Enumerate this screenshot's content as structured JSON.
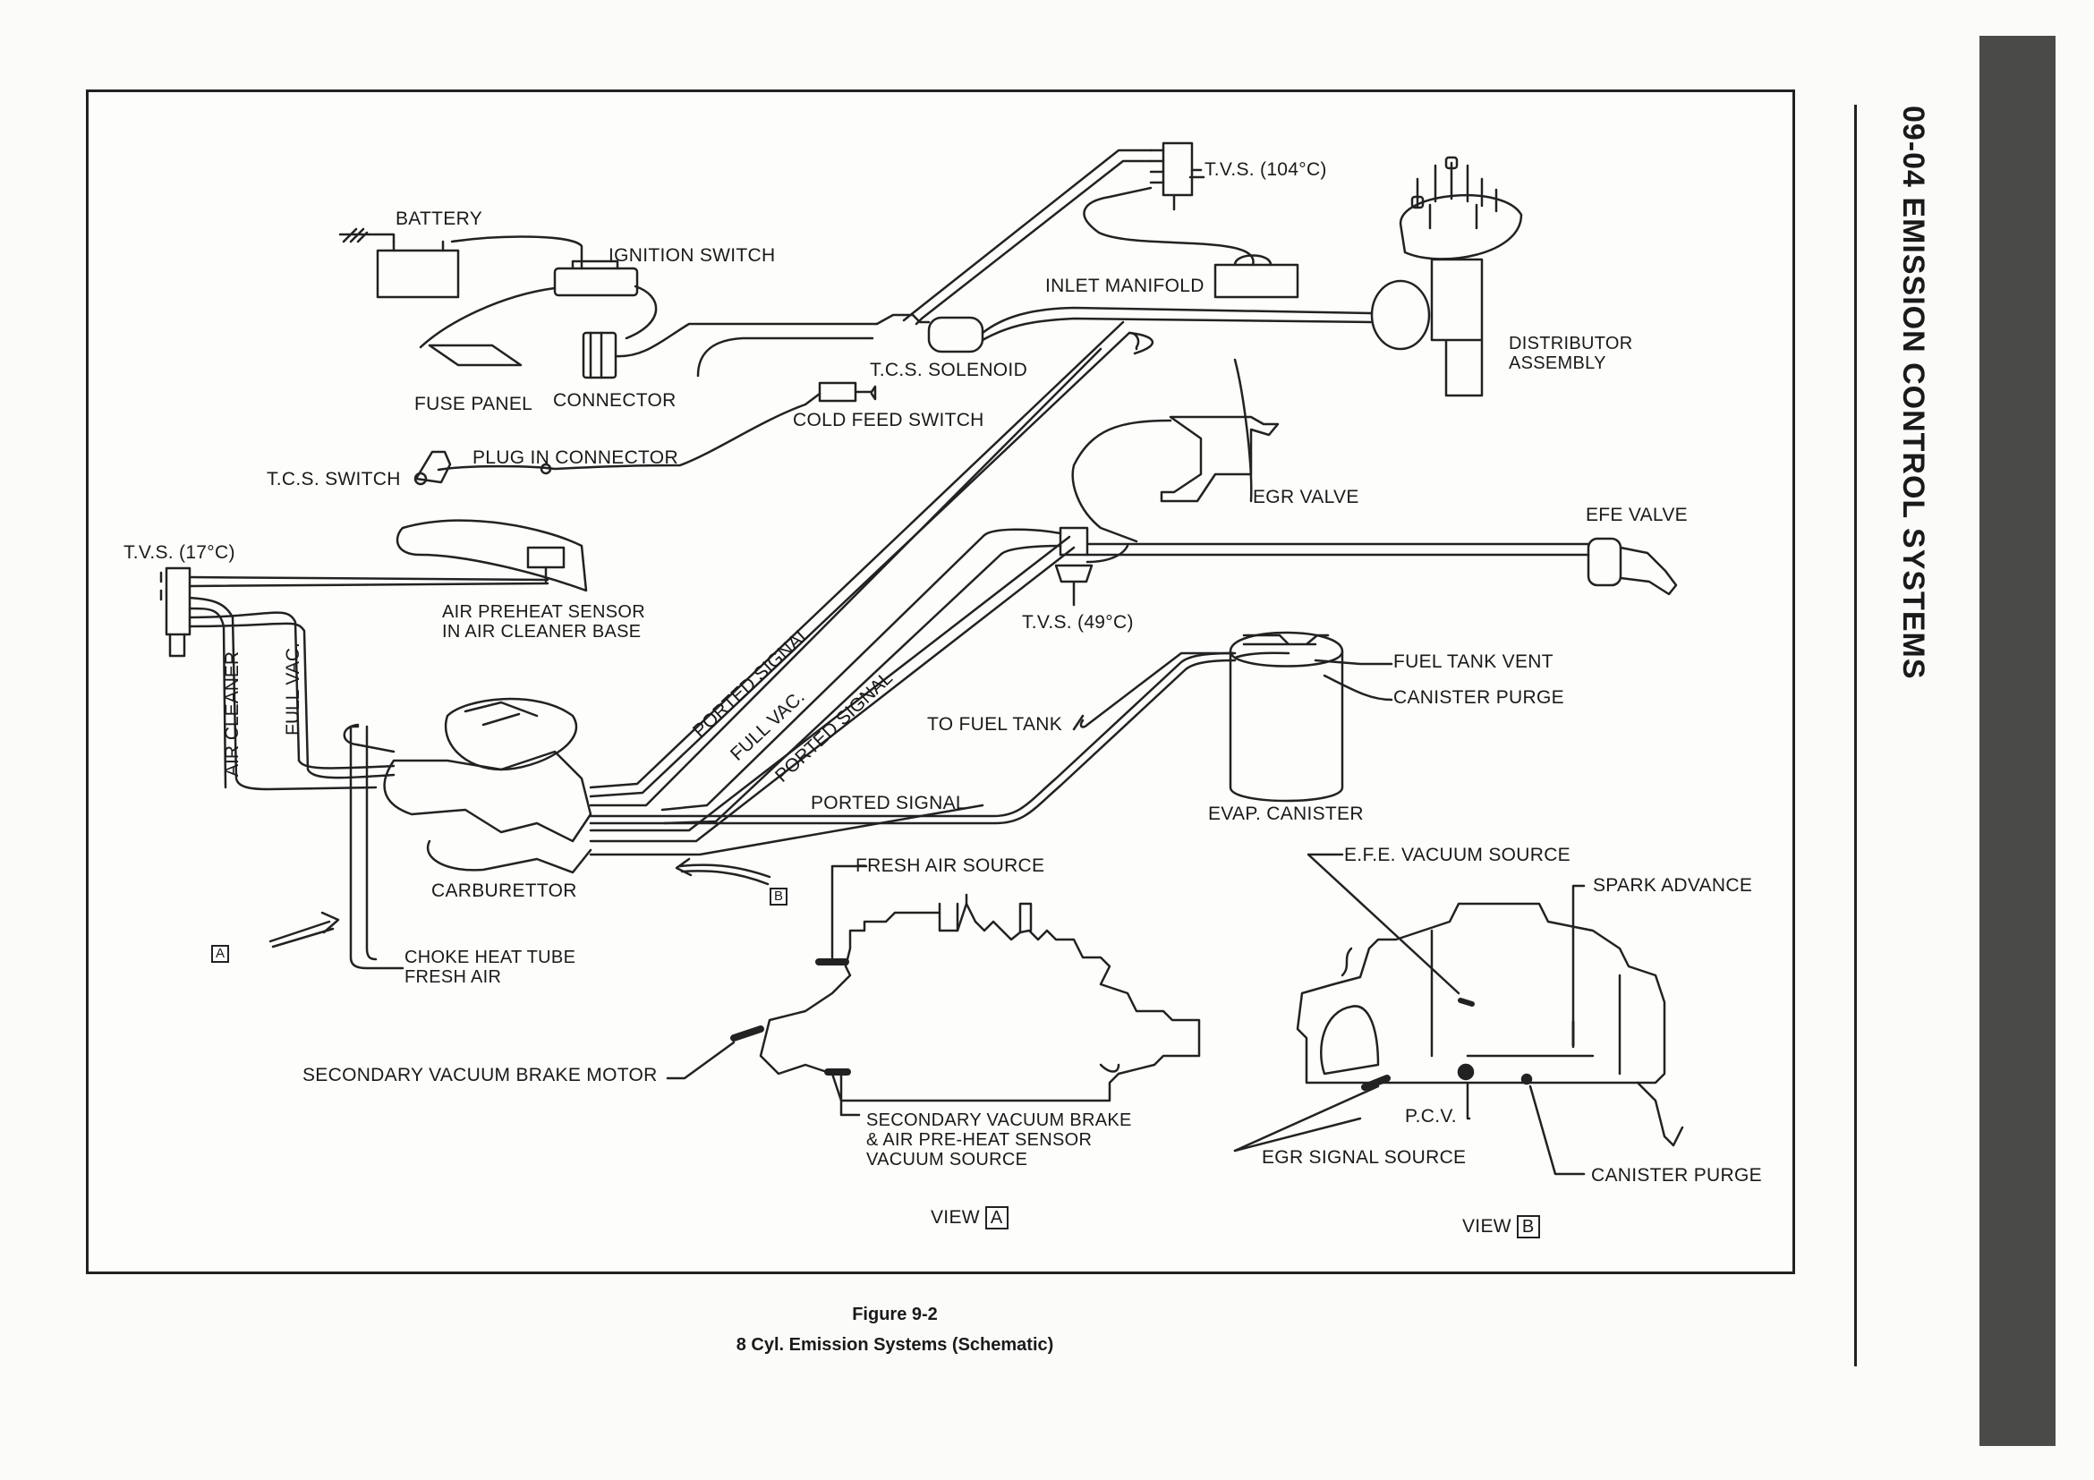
{
  "section_title": "09-04 EMISSION CONTROL SYSTEMS",
  "figure": {
    "number": "Figure 9-2",
    "caption": "8 Cyl. Emission Systems (Schematic)"
  },
  "labels": {
    "battery": "BATTERY",
    "ignition_switch": "IGNITION SWITCH",
    "fuse_panel": "FUSE PANEL",
    "connector": "CONNECTOR",
    "tcs_solenoid": "T.C.S. SOLENOID",
    "cold_feed_switch": "COLD FEED SWITCH",
    "plug_in_connector": "PLUG IN CONNECTOR",
    "tcs_switch": "T.C.S. SWITCH",
    "tvs_104": "T.V.S. (104°C)",
    "inlet_manifold": "INLET MANIFOLD",
    "distributor_assembly_1": "DISTRIBUTOR",
    "distributor_assembly_2": "ASSEMBLY",
    "egr_valve": "EGR VALVE",
    "efe_valve": "EFE VALVE",
    "tvs_17": "T.V.S. (17°C)",
    "air_preheat_1": "AIR PREHEAT SENSOR",
    "air_preheat_2": "IN AIR CLEANER BASE",
    "tvs_49": "T.V.S. (49°C)",
    "fuel_tank_vent": "FUEL TANK VENT",
    "canister_purge": "CANISTER PURGE",
    "to_fuel_tank": "TO FUEL TANK",
    "evap_canister": "EVAP. CANISTER",
    "air_cleaner": "AIR CLEANER",
    "full_vac_left": "FULL VAC.",
    "ported_signal_1": "PORTED SIGNAL",
    "full_vac_mid": "FULL VAC.",
    "ported_signal_2": "PORTED SIGNAL",
    "ported_signal_3": "PORTED SIGNAL",
    "carburettor": "CARBURETTOR",
    "marker_a": "A",
    "marker_b": "B",
    "choke_heat_1": "CHOKE HEAT TUBE",
    "choke_heat_2": "FRESH AIR",
    "fresh_air_source": "FRESH AIR SOURCE",
    "secondary_vacuum_brake_motor": "SECONDARY VACUUM BRAKE MOTOR",
    "secondary_vac_src_1": "SECONDARY VACUUM BRAKE",
    "secondary_vac_src_2": "& AIR PRE-HEAT SENSOR",
    "secondary_vac_src_3": "VACUUM SOURCE",
    "efe_vacuum_source": "E.F.E. VACUUM SOURCE",
    "spark_advance": "SPARK ADVANCE",
    "pcv": "P.C.V.",
    "egr_signal_source": "EGR SIGNAL SOURCE",
    "canister_purge_b": "CANISTER PURGE",
    "view": "VIEW",
    "view_a_box": "A",
    "view_b_box": "B"
  }
}
